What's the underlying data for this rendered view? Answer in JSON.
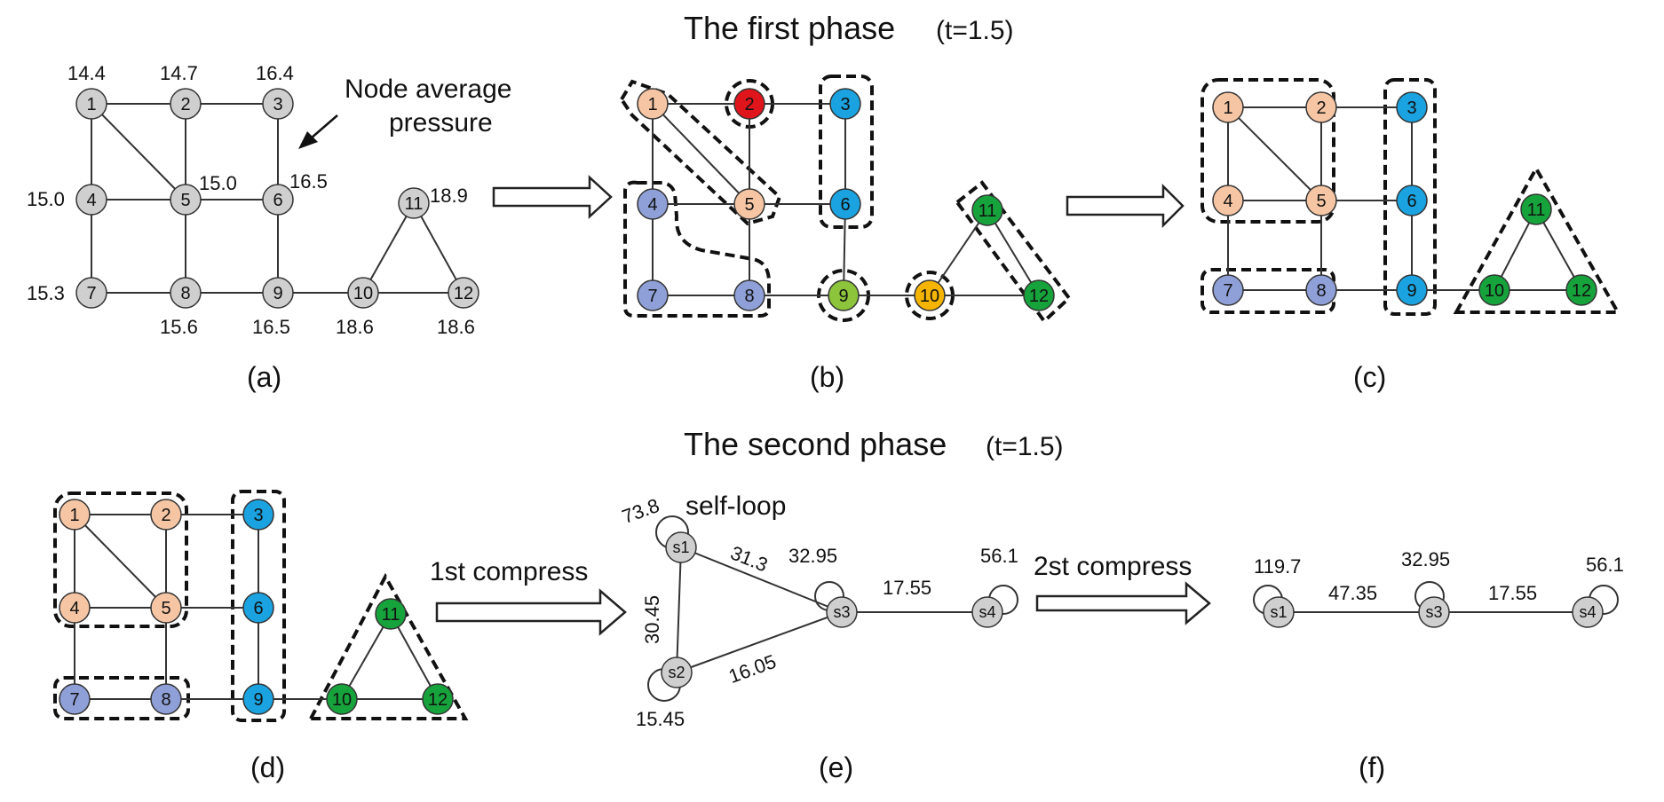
{
  "phase1_title": "The first phase",
  "phase1_t": "(t=1.5)",
  "phase2_title": "The second phase",
  "phase2_t": "(t=1.5)",
  "panels": {
    "a": "(a)",
    "b": "(b)",
    "c": "(c)",
    "d": "(d)",
    "e": "(e)",
    "f": "(f)"
  },
  "annotation_line1": "Node average",
  "annotation_line2": "pressure",
  "pressures": {
    "n1": "14.4",
    "n2": "14.7",
    "n3": "16.4",
    "n4": "15.0",
    "n5": "15.0",
    "n6": "16.5",
    "n7": "15.3",
    "n8": "15.6",
    "n9": "16.5",
    "n10": "18.6",
    "n11": "18.9",
    "n12": "18.6"
  },
  "nodes": [
    "1",
    "2",
    "3",
    "4",
    "5",
    "6",
    "7",
    "8",
    "9",
    "10",
    "11",
    "12"
  ],
  "supernodes": [
    "s1",
    "s2",
    "s3",
    "s4"
  ],
  "compress1_label": "1st compress",
  "compress2_label": "2st compress",
  "self_loop_label": "self-loop",
  "e_weights": {
    "s1_loop": "73.8",
    "s2_loop": "15.45",
    "s3_loop": "32.95",
    "s4_loop": "56.1",
    "s1_s3": "31.3",
    "s1_s2": "30.45",
    "s2_s3": "16.05",
    "s3_s4": "17.55"
  },
  "f_weights": {
    "s1_loop": "119.7",
    "s3_loop": "32.95",
    "s4_loop": "56.1",
    "s1_s3": "47.35",
    "s3_s4": "17.55"
  },
  "colors": {
    "gray": "#cfcfcf",
    "peach": "#f6c6a4",
    "red": "#e0151b",
    "blue": "#1aa3e0",
    "lavender": "#8fa0d8",
    "light_green": "#8cc43c",
    "orange": "#f4b400",
    "green": "#17a33c"
  },
  "node_colors": {
    "a": {
      "1": "gray",
      "2": "gray",
      "3": "gray",
      "4": "gray",
      "5": "gray",
      "6": "gray",
      "7": "gray",
      "8": "gray",
      "9": "gray",
      "10": "gray",
      "11": "gray",
      "12": "gray"
    },
    "b": {
      "1": "peach",
      "2": "red",
      "3": "blue",
      "4": "lavender",
      "5": "peach",
      "6": "blue",
      "7": "lavender",
      "8": "lavender",
      "9": "light_green",
      "10": "orange",
      "11": "green",
      "12": "green"
    },
    "c": {
      "1": "peach",
      "2": "peach",
      "3": "blue",
      "4": "peach",
      "5": "peach",
      "6": "blue",
      "7": "lavender",
      "8": "lavender",
      "9": "blue",
      "10": "green",
      "11": "green",
      "12": "green"
    },
    "d": {
      "1": "peach",
      "2": "peach",
      "3": "blue",
      "4": "peach",
      "5": "peach",
      "6": "blue",
      "7": "lavender",
      "8": "lavender",
      "9": "blue",
      "10": "green",
      "11": "green",
      "12": "green"
    }
  }
}
